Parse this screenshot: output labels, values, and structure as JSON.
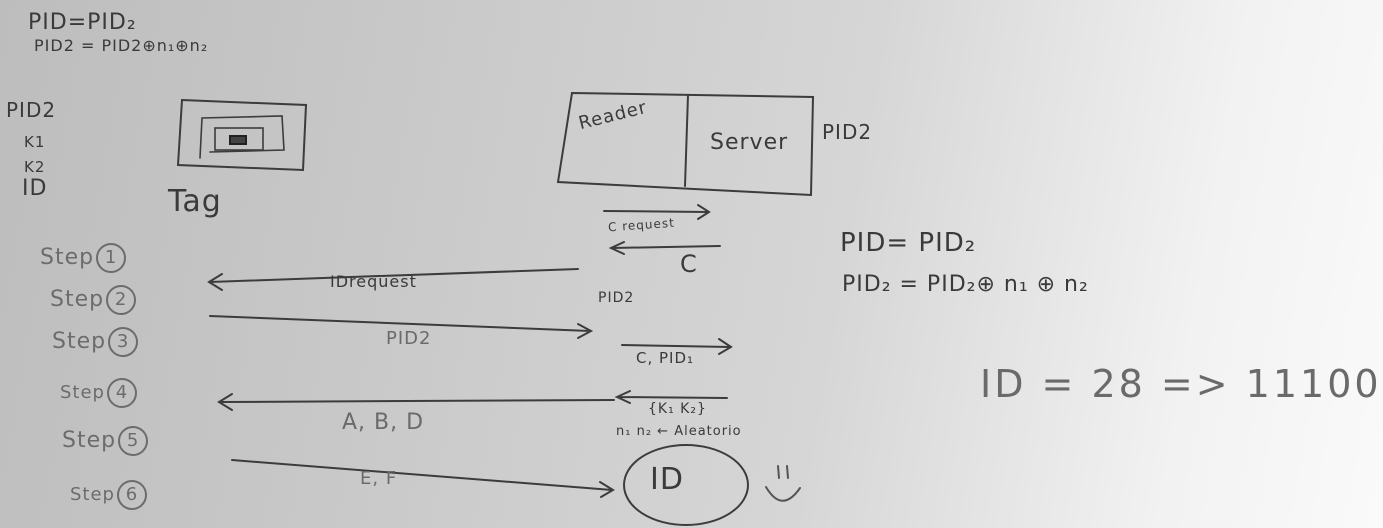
{
  "header_equations": {
    "line1": "PID=PID₂",
    "line2": "PID2 = PID2⊕n₁⊕n₂"
  },
  "tag_memory": {
    "items": [
      "PID2",
      "K1",
      "K2",
      "ID"
    ]
  },
  "entities": {
    "tag_label": "Tag",
    "reader_label": "Reader",
    "server_label": "Server",
    "server_store": "PID2"
  },
  "reader_server_messages": {
    "c_request": "C request",
    "c_reply": "C",
    "pid2_note": "PID2",
    "c_pid1": "C, PID₁",
    "keys": "{K₁ K₂}",
    "random": "n₁ n₂ ← Aleatorio"
  },
  "steps": [
    {
      "label": "Step",
      "number": "1"
    },
    {
      "label": "Step",
      "number": "2"
    },
    {
      "label": "Step",
      "number": "3"
    },
    {
      "label": "Step",
      "number": "4"
    },
    {
      "label": "Step",
      "number": "5"
    },
    {
      "label": "Step",
      "number": "6"
    }
  ],
  "tag_reader_messages": {
    "id_request": "IDrequest",
    "pid2": "PID2",
    "abd": "A, B, D",
    "ef": "E, F",
    "id_result": "ID",
    "smiley": "☺"
  },
  "right_equations": {
    "eq1": "PID= PID₂",
    "eq2": "PID₂ = PID₂⊕ n₁ ⊕ n₂",
    "eq3": "ID = 28 => 11100"
  }
}
